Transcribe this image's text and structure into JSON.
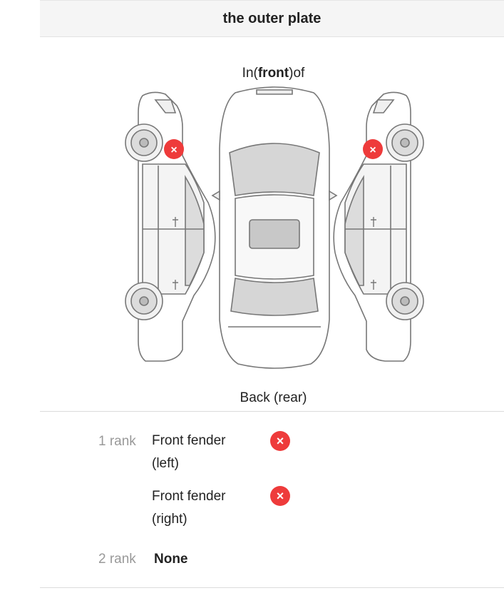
{
  "header": {
    "title": "the outer plate"
  },
  "diagram": {
    "front_prefix": "In(",
    "front_bold": "front",
    "front_suffix": ")of",
    "back_label": "Back (rear)",
    "marker_glyph": "×",
    "marker_color": "#ee3b3b"
  },
  "ranks": [
    {
      "label": "1 rank",
      "items": [
        {
          "name_line1": "Front fender",
          "name_line2": "(left)",
          "status_icon": "x-circle-icon"
        },
        {
          "name_line1": "Front fender",
          "name_line2": "(right)",
          "status_icon": "x-circle-icon"
        }
      ]
    },
    {
      "label": "2 rank",
      "value": "None"
    }
  ]
}
